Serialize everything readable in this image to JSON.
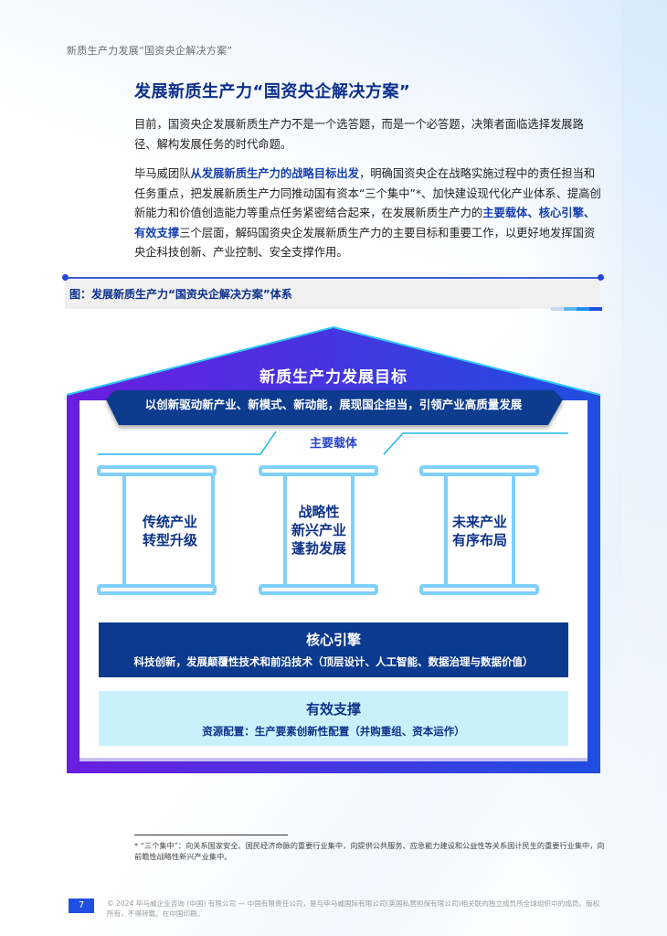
{
  "page": {
    "running_head": "新质生产力发展“国资央企解决方案”",
    "section_title": "发展新质生产力“国资央企解决方案”",
    "paragraphs": {
      "p1": "目前，国资央企发展新质生产力不是一个选答题，而是一个必答题，决策者面临选择发展路径、解构发展任务的时代命题。",
      "p2_a": "毕马威团队",
      "p2_b": "从发展新质生产力的战略目标出发",
      "p2_c": "，明确国资央企在战略实施过程中的责任担当和任务重点，把发展新质生产力同推动国有资本“三个集中”*、加快建设现代化产业体系、提高创新能力和价值创造能力等重点任务紧密结合起来，在发展新质生产力的",
      "p2_d": "主要载体、核心引擎、有效支撑",
      "p2_e": "三个层面，解码国资央企发展新质生产力的主要目标和重要工作，以更好地发挥国资央企科技创新、产业控制、安全支撑作用。"
    },
    "figure_caption": "图：发展新质生产力“国资央企解决方案”体系",
    "footnote": "* “三个集中”：向关系国家安全、国民经济命脉的重要行业集中，向提供公共服务、应急能力建设和公益性等关系国计民生的重要行业集中，向前瞻性战略性新兴产业集中。",
    "page_number": "7",
    "copyright": "© 2024 毕马威企业咨询 (中国) 有限公司 — 中国有限责任公司，是与毕马威国际有限公司(英国私营担保有限公司)相关联的独立成员所全球组织中的成员。版权所有，不得转载。在中国印刷。"
  },
  "diagram": {
    "goal": {
      "title": "新质生产力发展目标",
      "subtitle": "以创新驱动新产业、新模式、新动能，展现国企担当，引领产业高质量发展"
    },
    "carriers": {
      "title": "主要载体",
      "pillars": [
        {
          "line1": "传统产业",
          "line2": "转型升级",
          "line3": ""
        },
        {
          "line1": "战略性",
          "line2": "新兴产业",
          "line3": "蓬勃发展"
        },
        {
          "line1": "未来产业",
          "line2": "有序布局",
          "line3": ""
        }
      ]
    },
    "core_engine": {
      "title": "核心引擎",
      "subtitle": "科技创新，发展颠覆性技术和前沿技术（顶层设计、人工智能、数据治理与数据价值）"
    },
    "support": {
      "title": "有效支撑",
      "subtitle": "资源配置：生产要素创新性配置（并购重组、资本运作）"
    }
  },
  "colors": {
    "title_navy": "#0c2f8a",
    "highlight_blue": "#1740b0",
    "house_purple": "#6a1de0",
    "house_blue": "#1f4ee0",
    "banner_navy": "#0b3a8e",
    "pillar_light": "#7fd0fb",
    "support_bg": "#c9f1fc",
    "caption_bar_colors": [
      "#c9d6f5",
      "#5cb8f5",
      "#1e8ff0",
      "#1f4fe0"
    ]
  }
}
